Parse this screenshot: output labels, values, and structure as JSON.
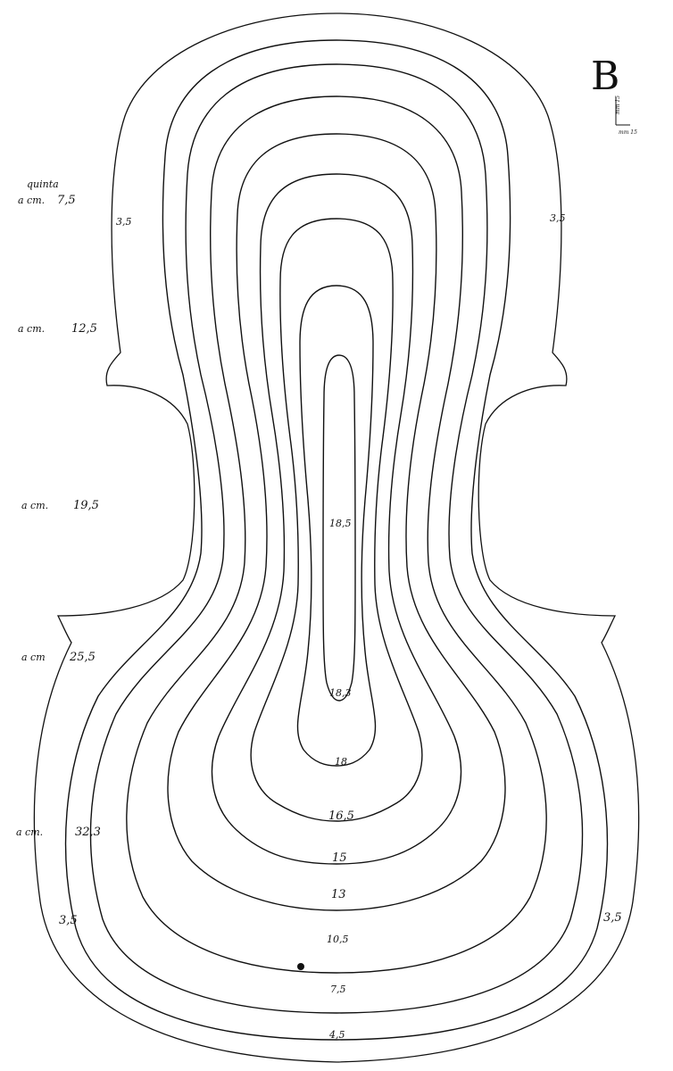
{
  "plate_letter": "B",
  "scale_note": {
    "top": "mm 15",
    "bottom": "mm 15"
  },
  "header_label": "quinta",
  "side_measurements": [
    {
      "prefix": "a cm.",
      "value": "7,5"
    },
    {
      "prefix": "a cm.",
      "value": "12,5"
    },
    {
      "prefix": "a cm.",
      "value": "19,5"
    },
    {
      "prefix": "a cm",
      "value": "25,5"
    },
    {
      "prefix": "a cm.",
      "value": "32,3"
    }
  ],
  "edge_thickness": {
    "upper_left": "3,5",
    "upper_right": "3,5",
    "lower_left": "3,5",
    "lower_right": "3,5"
  },
  "contour_labels": [
    "18,5",
    "18,3",
    "18",
    "16,5",
    "15",
    "13",
    "10,5",
    "7,5",
    "4,5"
  ],
  "colors": {
    "ink": "#111111",
    "paper": "#ffffff"
  }
}
